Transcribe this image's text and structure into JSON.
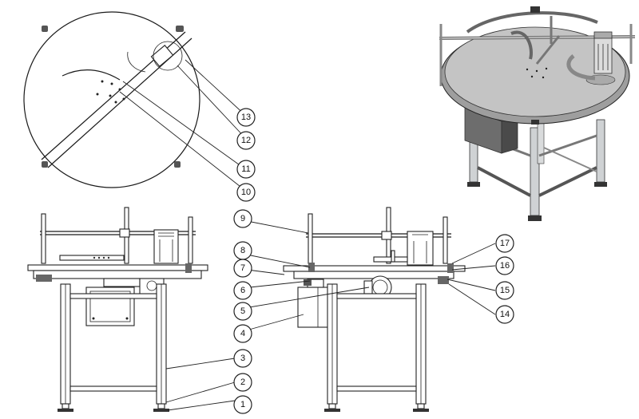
{
  "callouts": {
    "c1": "1",
    "c2": "2",
    "c3": "3",
    "c4": "4",
    "c5": "5",
    "c6": "6",
    "c7": "7",
    "c8": "8",
    "c9": "9",
    "c10": "10",
    "c11": "11",
    "c12": "12",
    "c13": "13",
    "c14": "14",
    "c15": "15",
    "c16": "16",
    "c17": "17"
  },
  "colors": {
    "line": "#1a1a1a",
    "steel": "#cfd2d4",
    "tabletop": "#bdbdbd",
    "dark": "#4a4a4a"
  }
}
